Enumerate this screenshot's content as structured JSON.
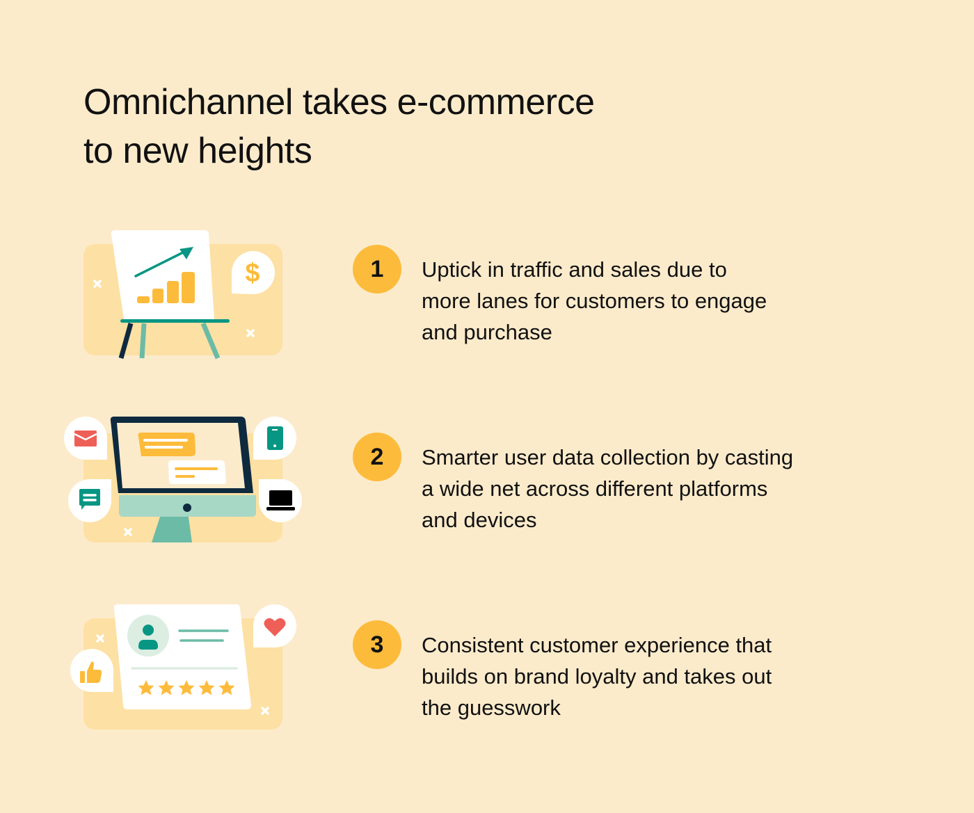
{
  "title": {
    "lines": [
      "Omnichannel takes e-commerce",
      "to new heights"
    ]
  },
  "colors": {
    "background": "#FCEBCB",
    "panel": "#FDE0A3",
    "accent_yellow": "#FDBB3B",
    "teal": "#069683",
    "mint": "#A7D7C5",
    "navy": "#0E2A3F",
    "red": "#EE5F57"
  },
  "items": [
    {
      "number": "1",
      "lines": [
        "Uptick in traffic and sales due to",
        "more lanes for customers to engage",
        "and purchase"
      ],
      "illustration": "easel-growth-chart-dollar"
    },
    {
      "number": "2",
      "lines": [
        "Smarter user data collection by casting",
        "a wide net across different platforms",
        "and devices"
      ],
      "illustration": "monitor-with-devices-email-chat-phone-laptop"
    },
    {
      "number": "3",
      "lines": [
        "Consistent customer experience that",
        "builds on brand loyalty and takes out",
        "the guesswork"
      ],
      "illustration": "review-card-five-stars-heart-thumbs-up"
    }
  ]
}
